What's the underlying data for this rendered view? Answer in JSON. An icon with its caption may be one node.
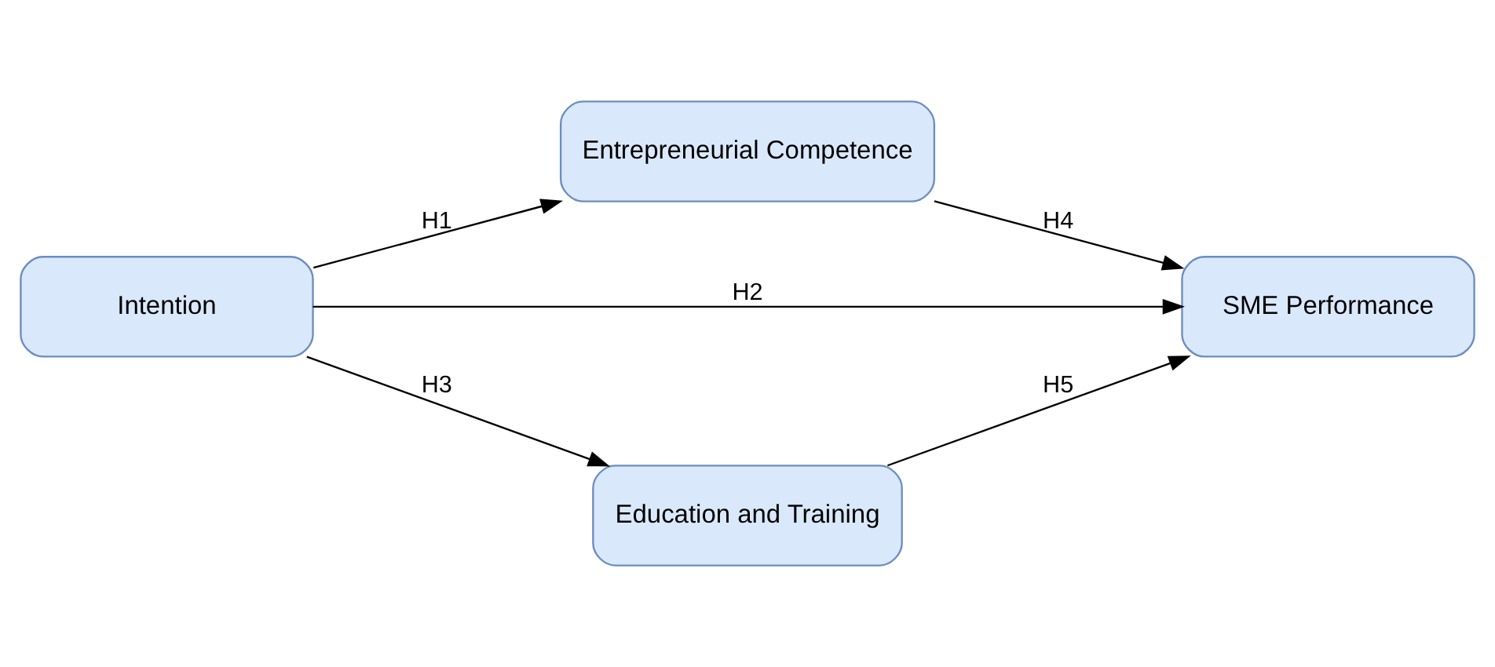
{
  "diagram": {
    "nodes": [
      {
        "text": [
          "Intention"
        ]
      },
      {
        "text": [
          "Entrepreneurial Competence"
        ]
      },
      {
        "text": [
          "SME Performance"
        ]
      },
      {
        "text": [
          "Education and Training"
        ]
      }
    ],
    "edges": [
      {
        "from": 0,
        "to": 1,
        "arrow": "to",
        "label": "H1"
      },
      {
        "from": 0,
        "to": 2,
        "arrow": "to",
        "label": "H2"
      },
      {
        "from": 0,
        "to": 3,
        "arrow": "to",
        "label": "H3"
      },
      {
        "from": 1,
        "to": 2,
        "arrow": "to",
        "label": "H4"
      },
      {
        "from": 3,
        "to": 2,
        "arrow": "to",
        "label": "H5"
      }
    ]
  }
}
